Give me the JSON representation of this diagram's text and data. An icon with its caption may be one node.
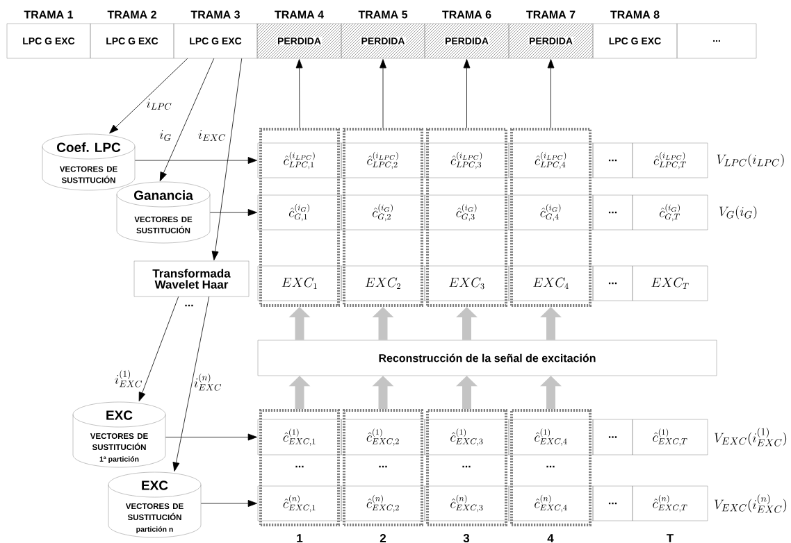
{
  "diagram": {
    "nodes": [
      {
        "text": [
          "TRAMA 1",
          "LPC G EXC"
        ]
      },
      {
        "text": [
          "TRAMA 2",
          "LPC G EXC"
        ]
      },
      {
        "text": [
          "TRAMA 3",
          "LPC G EXC"
        ]
      },
      {
        "text": [
          "TRAMA 4",
          "PERDIDA"
        ]
      },
      {
        "text": [
          "TRAMA 5",
          "PERDIDA"
        ]
      },
      {
        "text": [
          "TRAMA 6",
          "PERDIDA"
        ]
      },
      {
        "text": [
          "TRAMA 7",
          "PERDIDA"
        ]
      },
      {
        "text": [
          "TRAMA 8",
          "LPC G EXC"
        ]
      },
      {
        "text": [
          "..."
        ]
      },
      {
        "text": [
          "Coef. LPC",
          "VECTORES DE SUSTITUCIÓN"
        ]
      },
      {
        "text": [
          "Ganancia",
          "VECTORES DE SUSTITUCIÓN"
        ]
      },
      {
        "text": [],
        "shape": "box"
      },
      {
        "text": [],
        "shape": "box"
      },
      {
        "text": [],
        "shape": "box"
      },
      {
        "text": [],
        "shape": "box"
      },
      {
        "text": [
          "\\hat{c}_{LPC,1}^{(i_{LPC})}"
        ],
        "in": 11
      },
      {
        "text": [
          "\\hat{c}_{LPC,2}^{(i_{LPC})}"
        ],
        "in": 12
      },
      {
        "text": [
          "\\hat{c}_{LPC,3}^{(i_{LPC})}"
        ],
        "in": 13
      },
      {
        "text": [
          "\\hat{c}_{LPC,4}^{(i_{LPC})}"
        ],
        "in": 14
      },
      {
        "text": [
          "..."
        ]
      },
      {
        "text": [
          "\\hat{c}_{LPC,T}^{(i_{LPC})}"
        ]
      },
      {
        "text": [
          "\\hat{c}_{G,1}^{(i_{G})}"
        ],
        "in": 11
      },
      {
        "text": [
          "\\hat{c}_{G,2}^{(i_{G})}"
        ],
        "in": 12
      },
      {
        "text": [
          "\\hat{c}_{G,3}^{(i_{G})}"
        ],
        "in": 13
      },
      {
        "text": [
          "\\hat{c}_{G,4}^{(i_{G})}"
        ],
        "in": 14
      },
      {
        "text": [
          "..."
        ]
      },
      {
        "text": [
          "\\hat{c}_{G,T}^{(i_{G})}"
        ]
      },
      {
        "text": [
          "Transformada Wavelet Haar"
        ]
      },
      {
        "text": [
          "EXC_{1}"
        ],
        "in": 11
      },
      {
        "text": [
          "EXC_{2}"
        ],
        "in": 12
      },
      {
        "text": [
          "EXC_{3}"
        ],
        "in": 13
      },
      {
        "text": [
          "EXC_{4}"
        ],
        "in": 14
      },
      {
        "text": [
          "..."
        ]
      },
      {
        "text": [
          "EXC_{T}"
        ]
      },
      {
        "text": [
          "Reconstrucción de la señal de excitación"
        ]
      },
      {
        "text": [
          "EXC",
          "VECTORES DE SUSTITUCIÓN",
          "1ª partición"
        ]
      },
      {
        "text": [],
        "shape": "box"
      },
      {
        "text": [],
        "shape": "box"
      },
      {
        "text": [],
        "shape": "box"
      },
      {
        "text": [],
        "shape": "box"
      },
      {
        "text": [
          "\\hat{c}_{EXC,1}^{(1)}"
        ],
        "in": 36
      },
      {
        "text": [
          "\\hat{c}_{EXC,2}^{(1)}"
        ],
        "in": 37
      },
      {
        "text": [
          "\\hat{c}_{EXC,3}^{(1)}"
        ],
        "in": 38
      },
      {
        "text": [
          "\\hat{c}_{EXC,4}^{(1)}"
        ],
        "in": 39
      },
      {
        "text": [
          "..."
        ]
      },
      {
        "text": [
          "\\hat{c}_{EXC,T}^{(1)}"
        ]
      },
      {
        "text": [
          "EXC",
          "VECTORES DE SUSTITUCIÓN",
          "partición n"
        ]
      },
      {
        "text": [
          "\\hat{c}_{EXC,1}^{(n)}"
        ],
        "in": 36
      },
      {
        "text": [
          "\\hat{c}_{EXC,2}^{(n)}"
        ],
        "in": 37
      },
      {
        "text": [
          "\\hat{c}_{EXC,3}^{(n)}"
        ],
        "in": 38
      },
      {
        "text": [
          "\\hat{c}_{EXC,4}^{(n)}"
        ],
        "in": 39
      },
      {
        "text": [
          "..."
        ]
      },
      {
        "text": [
          "\\hat{c}_{EXC,T}^{(n)}"
        ]
      }
    ],
    "edges": [
      {
        "from": 2,
        "to": 9,
        "arrow": "to",
        "label": "i_{LPC}"
      },
      {
        "from": 2,
        "to": 10,
        "arrow": "to",
        "label": "i_{G}"
      },
      {
        "from": 2,
        "to": 27,
        "arrow": "to",
        "label": "i_{EXC}"
      },
      {
        "from": 9,
        "to": 15,
        "arrow": "to"
      },
      {
        "from": 10,
        "to": 21,
        "arrow": "to"
      },
      {
        "from": 27,
        "to": 35,
        "arrow": "to",
        "label": "i_{EXC}^{(1)}"
      },
      {
        "from": 27,
        "to": 46,
        "arrow": "to",
        "label": "i_{EXC}^{(n)}"
      },
      {
        "from": 35,
        "to": 40,
        "arrow": "to"
      },
      {
        "from": 46,
        "to": 47,
        "arrow": "to"
      },
      {
        "from": 11,
        "to": 3,
        "arrow": "to"
      },
      {
        "from": 12,
        "to": 4,
        "arrow": "to"
      },
      {
        "from": 13,
        "to": 5,
        "arrow": "to"
      },
      {
        "from": 14,
        "to": 6,
        "arrow": "to"
      },
      {
        "from": 34,
        "to": 11,
        "arrow": "to",
        "style": "thick",
        "color": "#c4c4c4"
      },
      {
        "from": 34,
        "to": 12,
        "arrow": "to",
        "style": "thick",
        "color": "#c4c4c4"
      },
      {
        "from": 34,
        "to": 13,
        "arrow": "to",
        "style": "thick",
        "color": "#c4c4c4"
      },
      {
        "from": 34,
        "to": 14,
        "arrow": "to",
        "style": "thick",
        "color": "#c4c4c4"
      },
      {
        "from": 36,
        "to": 34,
        "arrow": "to",
        "style": "thick",
        "color": "#c4c4c4"
      },
      {
        "from": 37,
        "to": 34,
        "arrow": "to",
        "style": "thick",
        "color": "#c4c4c4"
      },
      {
        "from": 38,
        "to": 34,
        "arrow": "to",
        "style": "thick",
        "color": "#c4c4c4"
      },
      {
        "from": 39,
        "to": 34,
        "arrow": "to",
        "style": "thick",
        "color": "#c4c4c4"
      }
    ],
    "labels": [
      "V_{LPC}(i_{LPC})",
      "V_{G}(i_{G})",
      "...",
      "V_{EXC}(i_{EXC}^{(1)})",
      "...",
      "...",
      "...",
      "...",
      "V_{EXC}(i_{EXC}^{(n)})",
      "1",
      "2",
      "3",
      "4",
      "T"
    ]
  }
}
